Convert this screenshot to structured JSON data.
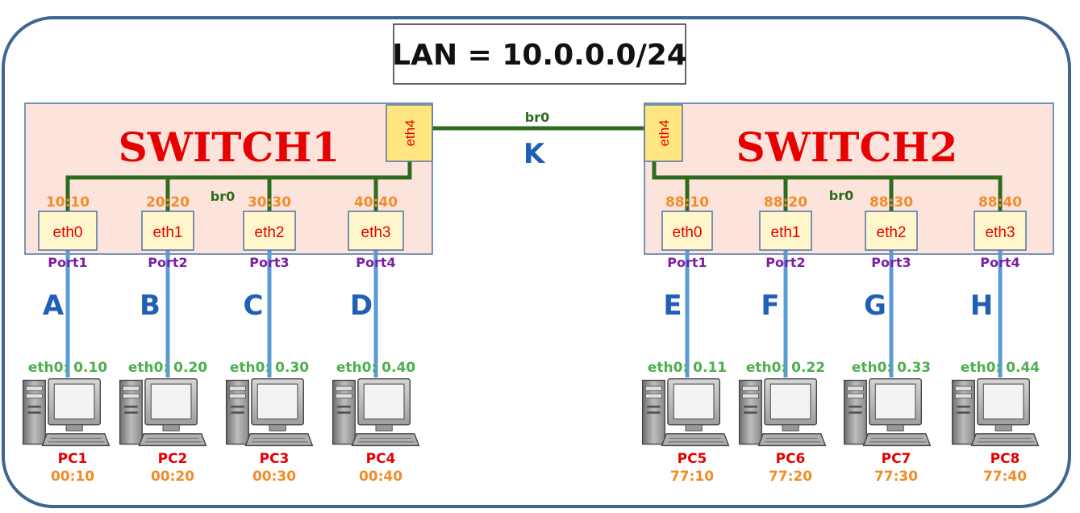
{
  "lan_label": "LAN = 10.0.0.0/24",
  "trunk": {
    "bridge": "br0",
    "link": "K"
  },
  "switches": [
    {
      "name": "SWITCH1",
      "bridge": "br0",
      "uplink": "eth4",
      "ports": [
        {
          "iface": "eth0",
          "mac": "10:10",
          "port": "Port1",
          "link": "A",
          "pc_ip": "eth0: 0.10",
          "pc": "PC1",
          "pc_mac": "00:10"
        },
        {
          "iface": "eth1",
          "mac": "20:20",
          "port": "Port2",
          "link": "B",
          "pc_ip": "eth0: 0.20",
          "pc": "PC2",
          "pc_mac": "00:20"
        },
        {
          "iface": "eth2",
          "mac": "30:30",
          "port": "Port3",
          "link": "C",
          "pc_ip": "eth0: 0.30",
          "pc": "PC3",
          "pc_mac": "00:30"
        },
        {
          "iface": "eth3",
          "mac": "40:40",
          "port": "Port4",
          "link": "D",
          "pc_ip": "eth0: 0.40",
          "pc": "PC4",
          "pc_mac": "00:40"
        }
      ]
    },
    {
      "name": "SWITCH2",
      "bridge": "br0",
      "uplink": "eth4",
      "ports": [
        {
          "iface": "eth0",
          "mac": "88:10",
          "port": "Port1",
          "link": "E",
          "pc_ip": "eth0: 0.11",
          "pc": "PC5",
          "pc_mac": "77:10"
        },
        {
          "iface": "eth1",
          "mac": "88:20",
          "port": "Port2",
          "link": "F",
          "pc_ip": "eth0: 0.22",
          "pc": "PC6",
          "pc_mac": "77:20"
        },
        {
          "iface": "eth2",
          "mac": "88:30",
          "port": "Port3",
          "link": "G",
          "pc_ip": "eth0: 0.33",
          "pc": "PC7",
          "pc_mac": "77:30"
        },
        {
          "iface": "eth3",
          "mac": "88:40",
          "port": "Port4",
          "link": "H",
          "pc_ip": "eth0: 0.44",
          "pc": "PC8",
          "pc_mac": "77:40"
        }
      ]
    }
  ],
  "colors": {
    "frame": "#3d6791",
    "switch_fill": "#fce4dc",
    "switch_border": "#4f73a3",
    "port_fill": "#fff6cc",
    "eth4_fill": "#ffe680",
    "bridge_line": "#2e6b1e",
    "cable": "#5b9bd5"
  }
}
